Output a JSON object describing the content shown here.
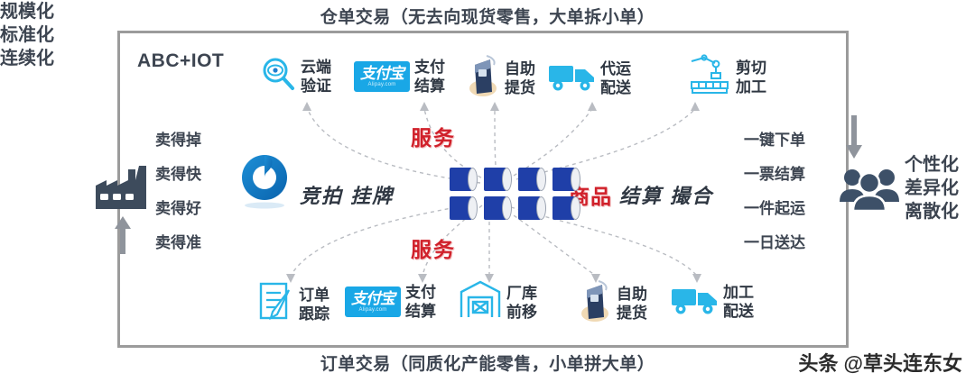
{
  "titles": {
    "top": "仓单交易（无去向现货零售，大单拆小单）",
    "bottom": "订单交易（同质化产能零售，小单拼大单）"
  },
  "sides": {
    "left_headline": "规模化\n标准化\n连续化",
    "left_headline_lines": [
      "规模化",
      "标准化",
      "连续化"
    ],
    "right_headline_lines": [
      "个性化",
      "差异化",
      "离散化"
    ],
    "left_stack": [
      "卖得掉",
      "卖得快",
      "卖得好",
      "卖得准"
    ],
    "right_stack": [
      "一键下单",
      "一票结算",
      "一件起运",
      "一日送达"
    ]
  },
  "frame": {
    "tech_label": "ABC+IOT"
  },
  "center": {
    "service_top": "服务",
    "service_bottom": "服务",
    "left_words": "竞拍  挂牌",
    "goods_word": "商品",
    "right_words": "结算  撮合",
    "coil_count": 8
  },
  "top_nodes": [
    {
      "icon": "magnifier-eye-icon",
      "label": "云端\n验证"
    },
    {
      "icon": "alipay-logo-icon",
      "label": "支付\n结算",
      "brand_zh": "支付宝",
      "brand_en": "Alipay.com"
    },
    {
      "icon": "self-pickup-kiosk-icon",
      "label": "自助\n提货"
    },
    {
      "icon": "delivery-truck-icon",
      "label": "代运\n配送"
    },
    {
      "icon": "robot-arm-cutting-icon",
      "label": "剪切\n加工"
    }
  ],
  "bottom_nodes": [
    {
      "icon": "order-document-icon",
      "label": "订单\n跟踪"
    },
    {
      "icon": "alipay-logo-icon",
      "label": "支付\n结算",
      "brand_zh": "支付宝",
      "brand_en": "Alipay.com"
    },
    {
      "icon": "warehouse-icon",
      "label": "厂库\n前移"
    },
    {
      "icon": "self-pickup-kiosk-icon",
      "label": "自助\n提货"
    },
    {
      "icon": "delivery-truck-icon",
      "label": "加工\n配送"
    }
  ],
  "icons": {
    "factory": "factory-icon",
    "people": "people-group-icon",
    "swirl": "swirl-logo-icon",
    "arrow_in": "arrow-up-icon",
    "arrow_out": "arrow-down-icon"
  },
  "watermark": "头条 @草头连东女",
  "colors": {
    "title_text": "#3d4551",
    "frame_border": "#9b9b9b",
    "red_accent": "#d0202a",
    "cyan_icon": "#29b6e8",
    "blue_coil": "#1f3fa8",
    "slate_icon": "#3d4b5c",
    "alipay_blue": "#19a7e6"
  }
}
